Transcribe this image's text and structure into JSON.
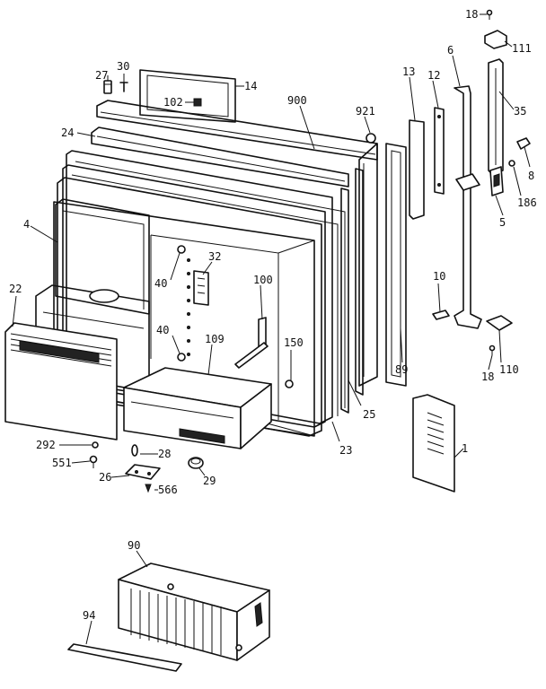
{
  "callouts": [
    {
      "id": "c18a",
      "text": "18"
    },
    {
      "id": "c111",
      "text": "111"
    },
    {
      "id": "c27",
      "text": "27"
    },
    {
      "id": "c30",
      "text": "30"
    },
    {
      "id": "c14",
      "text": "14"
    },
    {
      "id": "c102",
      "text": "102"
    },
    {
      "id": "c900",
      "text": "900"
    },
    {
      "id": "c921",
      "text": "921"
    },
    {
      "id": "c13",
      "text": "13"
    },
    {
      "id": "c12",
      "text": "12"
    },
    {
      "id": "c6",
      "text": "6"
    },
    {
      "id": "c35",
      "text": "35"
    },
    {
      "id": "c24",
      "text": "24"
    },
    {
      "id": "c8",
      "text": "8"
    },
    {
      "id": "c186",
      "text": "186"
    },
    {
      "id": "c5",
      "text": "5"
    },
    {
      "id": "c4",
      "text": "4"
    },
    {
      "id": "c32",
      "text": "32"
    },
    {
      "id": "c40a",
      "text": "40"
    },
    {
      "id": "c100",
      "text": "100"
    },
    {
      "id": "c10",
      "text": "10"
    },
    {
      "id": "c22",
      "text": "22"
    },
    {
      "id": "c40b",
      "text": "40"
    },
    {
      "id": "c109",
      "text": "109"
    },
    {
      "id": "c150",
      "text": "150"
    },
    {
      "id": "c89",
      "text": "89"
    },
    {
      "id": "c110",
      "text": "110"
    },
    {
      "id": "c18b",
      "text": "18"
    },
    {
      "id": "c25",
      "text": "25"
    },
    {
      "id": "c1",
      "text": "1"
    },
    {
      "id": "c23",
      "text": "23"
    },
    {
      "id": "c292",
      "text": "292"
    },
    {
      "id": "c28",
      "text": "28"
    },
    {
      "id": "c551",
      "text": "551"
    },
    {
      "id": "c26",
      "text": "26"
    },
    {
      "id": "c29",
      "text": "29"
    },
    {
      "id": "c566",
      "text": "566"
    },
    {
      "id": "c90",
      "text": "90"
    },
    {
      "id": "c94",
      "text": "94"
    }
  ]
}
